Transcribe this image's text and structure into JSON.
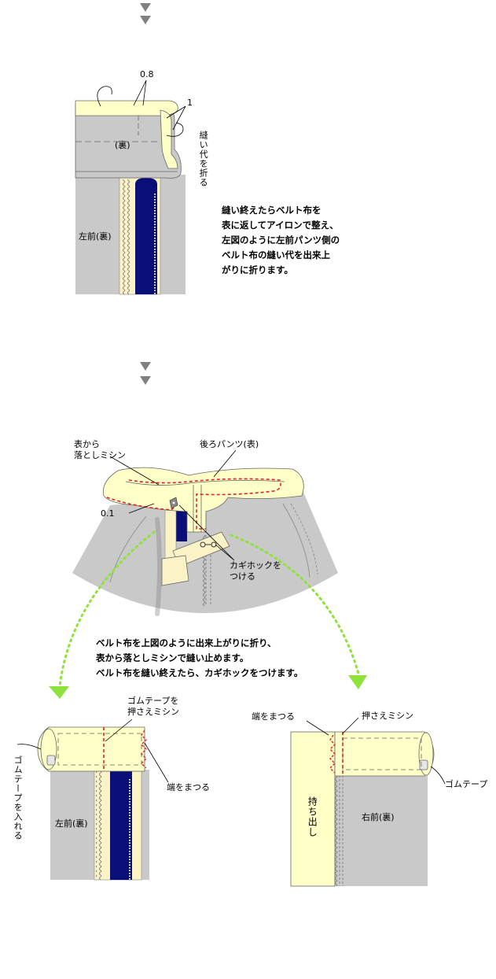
{
  "colors": {
    "fabric_back": "#c9c9c9",
    "belt": "#ffffc8",
    "zipper_tape": "#fbf3c6",
    "zipper": "#0a0f78",
    "stitch_red": "#e0242a",
    "arrow_green": "#8fe23c",
    "arrow_gray": "#808080"
  },
  "step1": {
    "label_08": "0.8",
    "label_1": "1",
    "label_back": "(裏)",
    "label_left_front": "左前(裏)",
    "vertical_note": "縫い代を折る",
    "description": "縫い終えたらベルト布を\n表に返してアイロンで整え、\n左図のように左前パンツ側の\nベルト布の縫い代を出来上\nがりに折ります。"
  },
  "step2": {
    "label_topstitch": "表から\n落としミシン",
    "label_back_pants": "後ろパンツ(表)",
    "label_01": "0.1",
    "label_hook": "カギホックを\nつける",
    "description": "ベルト布を上図のように出来上がりに折り、\n表から落としミシンで縫い止めます。\nベルト布を縫い終えたら、カギホックをつけます。"
  },
  "step3_left": {
    "label_press_stitch": "ゴムテープを\n押さえミシン",
    "label_insert_elastic": "ゴムテープを入れる",
    "label_left_front": "左前(裏)",
    "label_blind_hem": "端をまつる"
  },
  "step3_right": {
    "label_blind_hem": "端をまつる",
    "label_press_stitch": "押さえミシン",
    "label_elastic": "ゴムテープ",
    "label_underlap": "持ち出し",
    "label_right_front": "右前(裏)"
  }
}
